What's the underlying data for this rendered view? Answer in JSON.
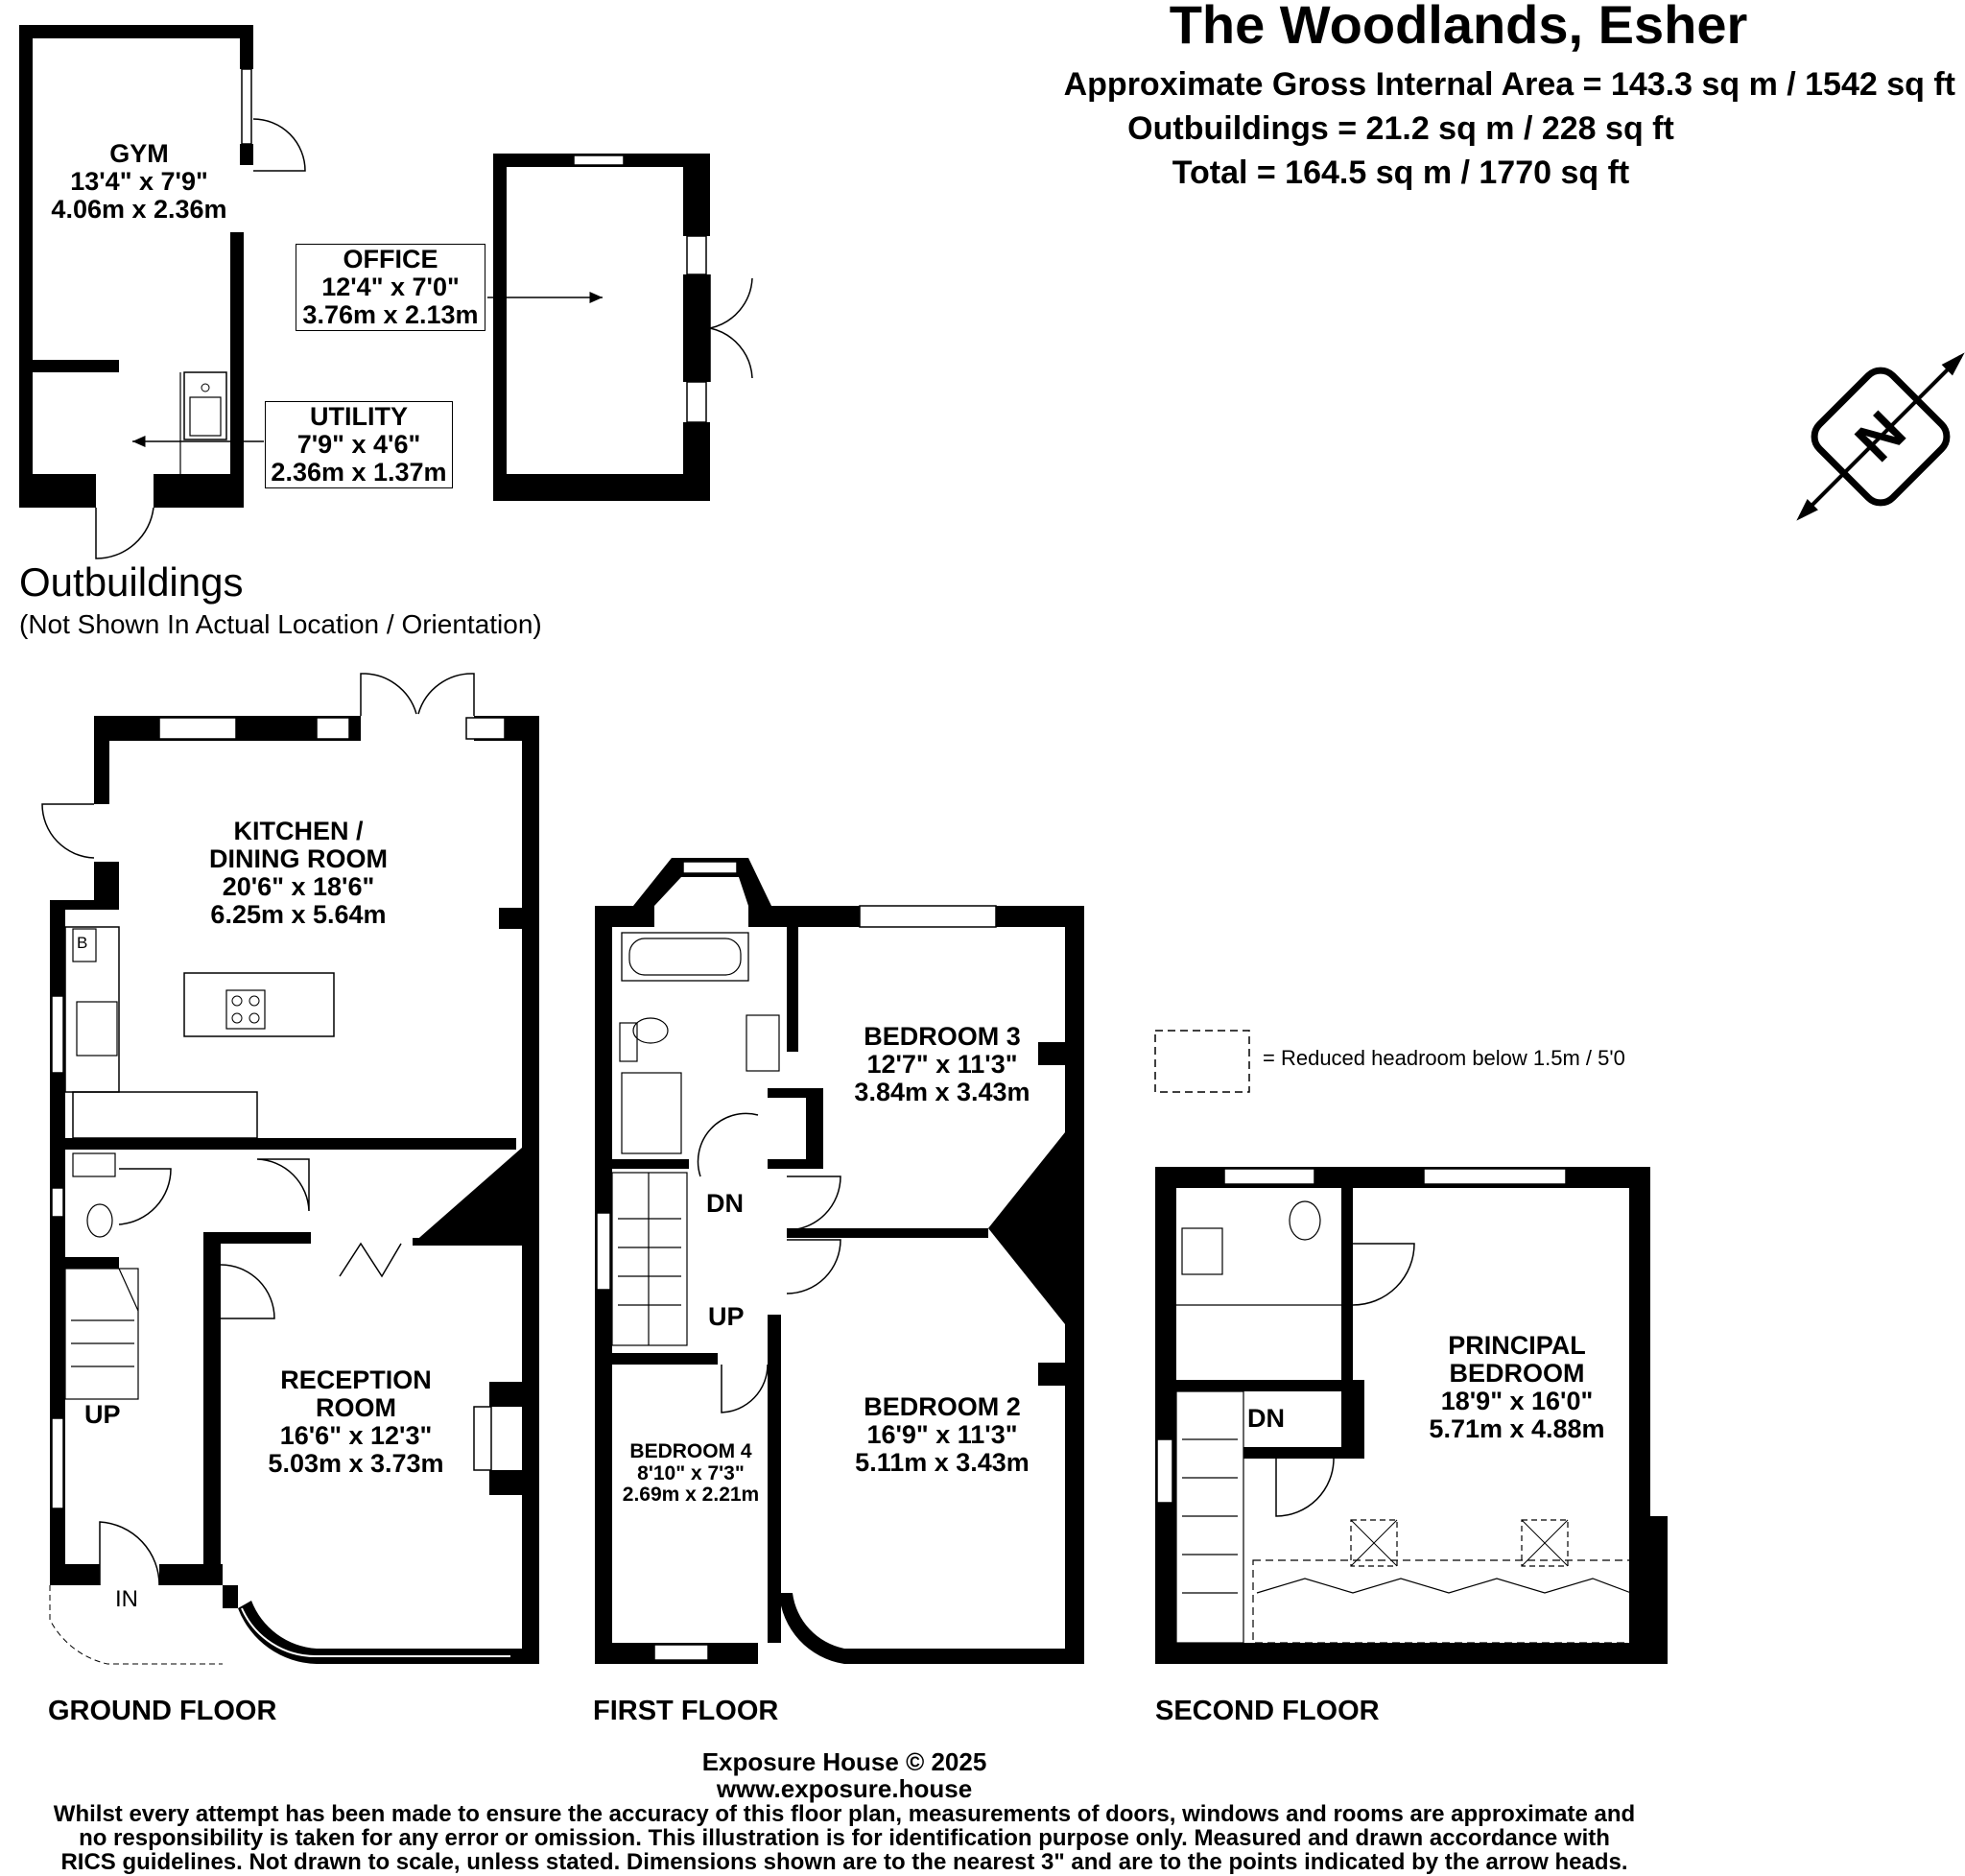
{
  "header": {
    "title": "The Woodlands, Esher",
    "gross_internal_area": "Approximate Gross Internal Area = 143.3 sq m / 1542 sq ft",
    "outbuildings_area": "Outbuildings = 21.2 sq m / 228 sq ft",
    "total_area": "Total = 164.5 sq m / 1770 sq ft"
  },
  "compass": {
    "label": "N",
    "icon": "north-arrow-icon"
  },
  "legend": {
    "text": "= Reduced headroom below 1.5m / 5'0"
  },
  "outbuildings": {
    "title": "Outbuildings",
    "note": "(Not Shown In Actual Location / Orientation)",
    "rooms": {
      "gym": {
        "name": "GYM",
        "imperial": "13'4\" x 7'9\"",
        "metric": "4.06m x 2.36m"
      },
      "office": {
        "name": "OFFICE",
        "imperial": "12'4\" x 7'0\"",
        "metric": "3.76m x 2.13m"
      },
      "utility": {
        "name": "UTILITY",
        "imperial": "7'9\" x 4'6\"",
        "metric": "2.36m x 1.37m"
      }
    }
  },
  "ground_floor": {
    "label": "GROUND FLOOR",
    "kitchen": {
      "name_1": "KITCHEN /",
      "name_2": "DINING ROOM",
      "imperial": "20'6\" x 18'6\"",
      "metric": "6.25m x 5.64m"
    },
    "reception": {
      "name_1": "RECEPTION",
      "name_2": "ROOM",
      "imperial": "16'6\" x 12'3\"",
      "metric": "5.03m x 3.73m"
    },
    "boiler": "B",
    "stairs": "UP",
    "entrance": "IN"
  },
  "first_floor": {
    "label": "FIRST FLOOR",
    "bedroom3": {
      "name": "BEDROOM 3",
      "imperial": "12'7\" x 11'3\"",
      "metric": "3.84m x 3.43m"
    },
    "bedroom2": {
      "name": "BEDROOM 2",
      "imperial": "16'9\" x 11'3\"",
      "metric": "5.11m x 3.43m"
    },
    "bedroom4": {
      "name": "BEDROOM 4",
      "imperial": "8'10\" x 7'3\"",
      "metric": "2.69m x 2.21m"
    },
    "stairs_down": "DN",
    "stairs_up": "UP"
  },
  "second_floor": {
    "label": "SECOND FLOOR",
    "principal": {
      "name_1": "PRINCIPAL",
      "name_2": "BEDROOM",
      "imperial": "18'9\" x 16'0\"",
      "metric": "5.71m x 4.88m"
    },
    "stairs_down": "DN"
  },
  "footer": {
    "copyright": "Exposure House © 2025",
    "website": "www.exposure.house",
    "disclaimer_1": "Whilst every attempt has been made to ensure the accuracy of this floor plan, measurements of doors, windows and rooms are approximate and",
    "disclaimer_2": "no responsibility is taken for any error or omission. This illustration is for identification purpose only. Measured and drawn accordance with",
    "disclaimer_3": "RICS guidelines. Not drawn to scale, unless stated. Dimensions shown are to the nearest 3\" and are to the points indicated by the arrow heads."
  }
}
